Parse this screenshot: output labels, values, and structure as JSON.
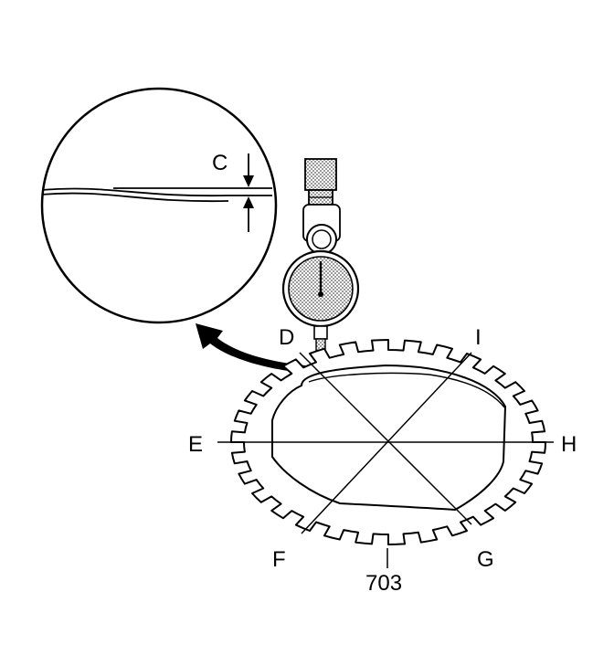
{
  "labels": {
    "c": "C",
    "d": "D",
    "e": "E",
    "f": "F",
    "g": "G",
    "h": "H",
    "i": "I",
    "part_number": "703"
  },
  "colors": {
    "line": "#000000",
    "background": "#ffffff",
    "gauge_shade": "#9a9a9a"
  }
}
